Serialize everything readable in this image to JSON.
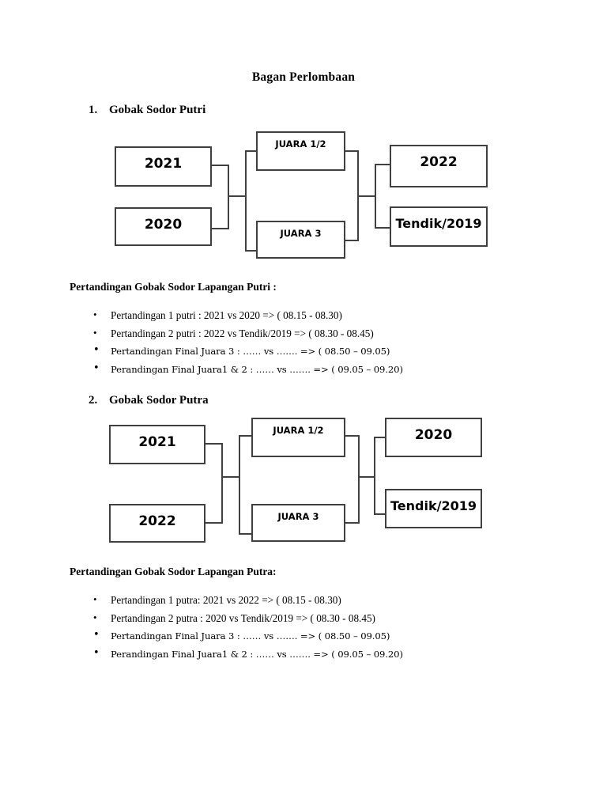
{
  "document": {
    "title": "Bagan Perlombaan"
  },
  "sections": [
    {
      "number": "1.",
      "heading": "Gobak Sodor Putri",
      "bracket": {
        "left": [
          {
            "label": "2021"
          },
          {
            "label": "2020"
          }
        ],
        "center": [
          {
            "label": "JUARA 1/2"
          },
          {
            "label": "JUARA 3"
          }
        ],
        "right": [
          {
            "label": "2022"
          },
          {
            "label": "Tendik/2019"
          }
        ]
      },
      "list_heading": "Pertandingan Gobak Sodor Lapangan Putri :",
      "items": [
        "Pertandingan 1 putri : 2021 vs 2020 => ( 08.15 - 08.30)",
        "Pertandingan 2 putri : 2022 vs Tendik/2019 => ( 08.30 - 08.45)",
        "Pertandingan Final Juara 3 : …… vs ……. => ( 08.50 – 09.05)",
        "Perandingan Final Juara1 & 2 : …… vs ……. => ( 09.05 – 09.20)"
      ]
    },
    {
      "number": "2.",
      "heading": "Gobak Sodor Putra",
      "bracket": {
        "left": [
          {
            "label": "2021"
          },
          {
            "label": "2022"
          }
        ],
        "center": [
          {
            "label": "JUARA 1/2"
          },
          {
            "label": "JUARA 3"
          }
        ],
        "right": [
          {
            "label": "2020"
          },
          {
            "label": "Tendik/2019"
          }
        ]
      },
      "list_heading": "Pertandingan Gobak Sodor Lapangan Putra:",
      "items": [
        "Pertandingan 1 putra: 2021 vs 2022 => ( 08.15 - 08.30)",
        "Pertandingan 2 putra : 2020 vs Tendik/2019 => ( 08.30 - 08.45)",
        "Pertandingan Final Juara 3 : …… vs ……. => ( 08.50 – 09.05)",
        "Perandingan Final Juara1 & 2 : …… vs ……. => ( 09.05 – 09.20)"
      ]
    }
  ],
  "style": {
    "line_color": "#404040",
    "text_color": "#000000",
    "page_background": "#ffffff"
  }
}
